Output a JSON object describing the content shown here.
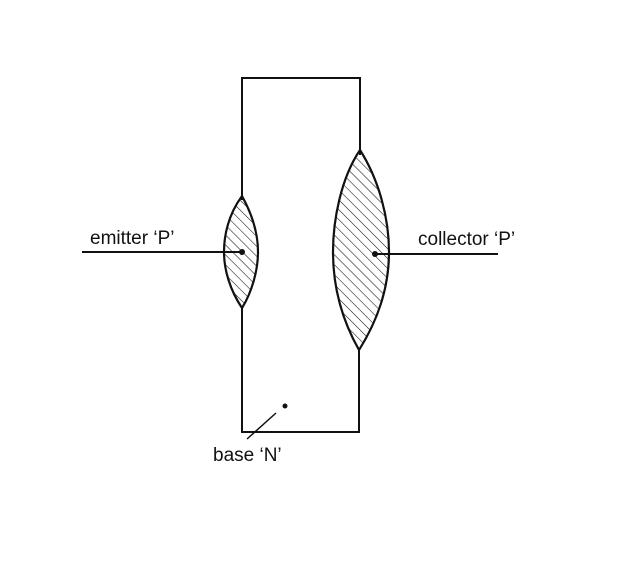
{
  "labels": {
    "emitter": "emitter ‘P’",
    "collector": "collector ‘P’",
    "base": "base ‘N’"
  },
  "colors": {
    "ink": "#111111",
    "background": "#ffffff"
  }
}
